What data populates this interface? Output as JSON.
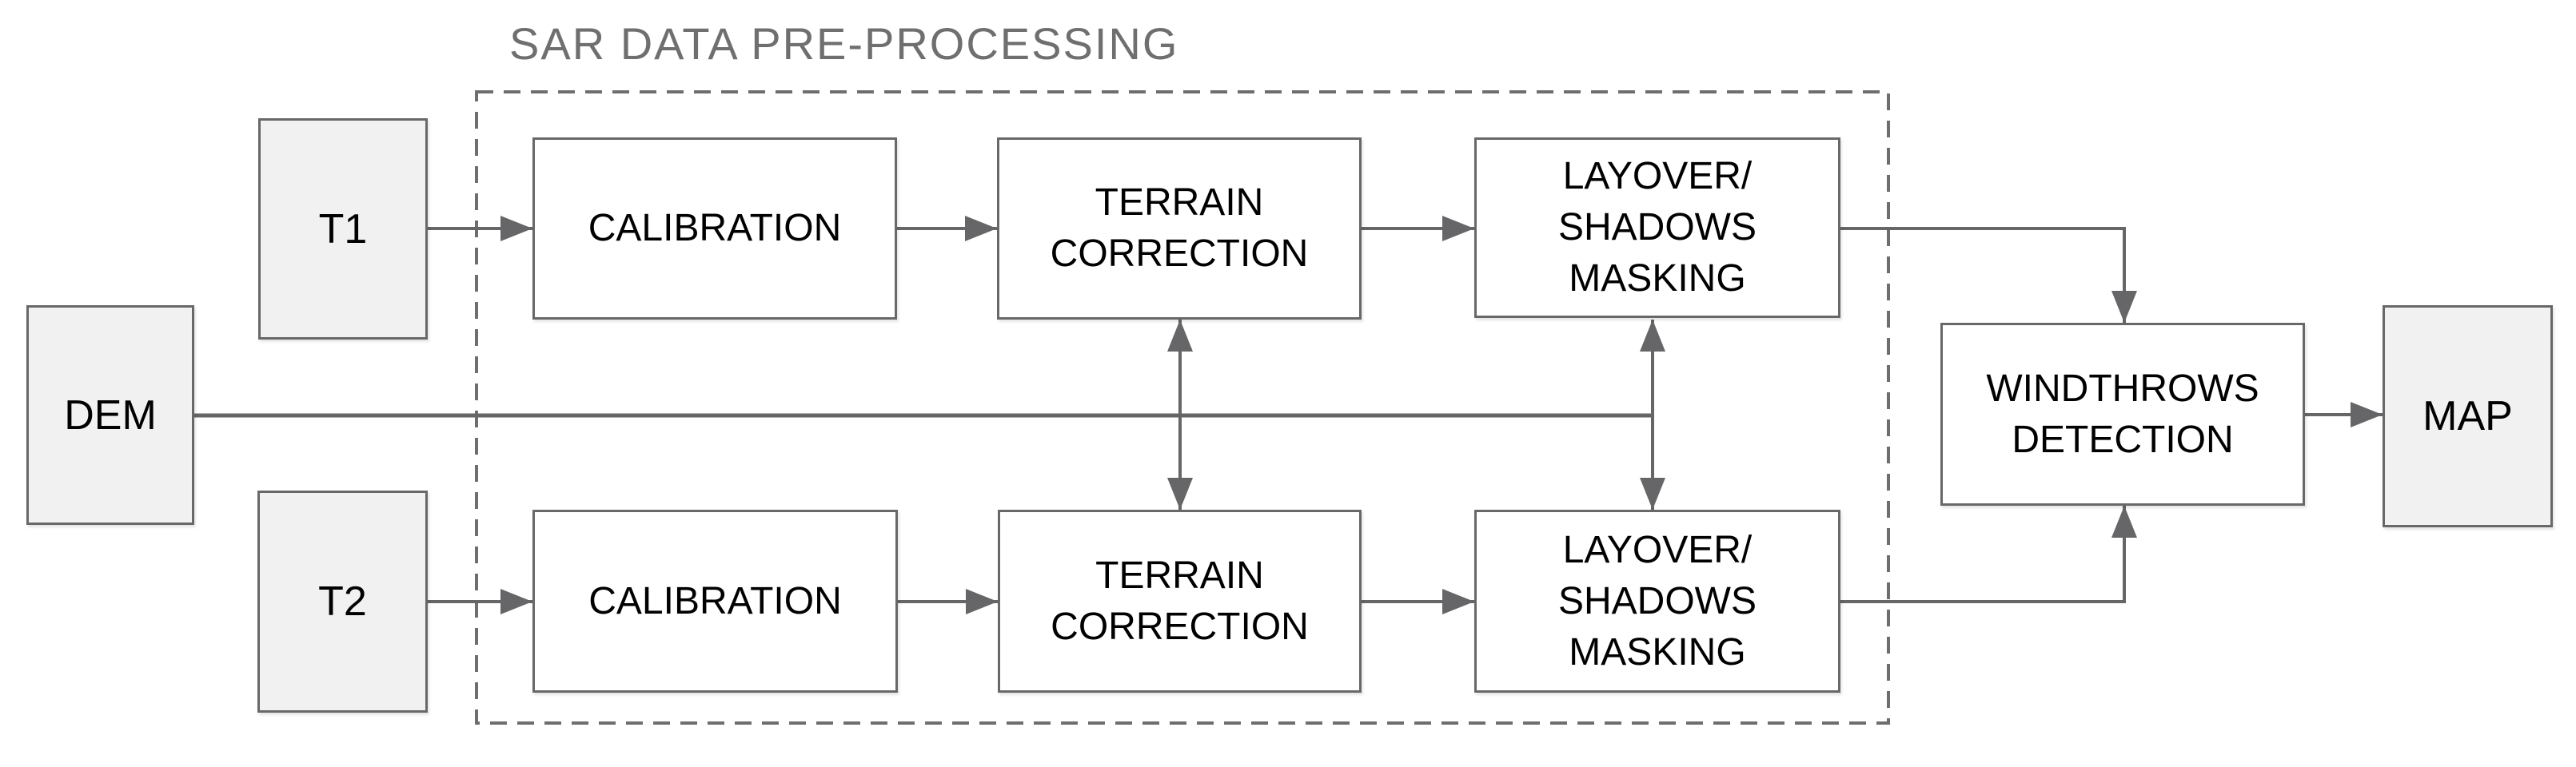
{
  "diagram": {
    "group_title": "SAR DATA PRE-PROCESSING",
    "nodes": {
      "t1": {
        "label": "T1",
        "type": "input-terminal"
      },
      "t2": {
        "label": "T2",
        "type": "input-terminal"
      },
      "dem": {
        "label": "DEM",
        "type": "input-terminal"
      },
      "map": {
        "label": "MAP",
        "type": "output-terminal"
      },
      "calibration_t1": {
        "label": "CALIBRATION",
        "type": "process"
      },
      "calibration_t2": {
        "label": "CALIBRATION",
        "type": "process"
      },
      "terrain_correction_t1": {
        "label": "TERRAIN\nCORRECTION",
        "type": "process"
      },
      "terrain_correction_t2": {
        "label": "TERRAIN\nCORRECTION",
        "type": "process"
      },
      "layover_shadows_masking_t1": {
        "label": "LAYOVER/\nSHADOWS\nMASKING",
        "type": "process"
      },
      "layover_shadows_masking_t2": {
        "label": "LAYOVER/\nSHADOWS\nMASKING",
        "type": "process"
      },
      "windthrows_detection": {
        "label": "WINDTHROWS\nDETECTION",
        "type": "process"
      }
    },
    "edges": [
      {
        "from": "T1",
        "to": "CALIBRATION (T1 row)",
        "style": "arrow"
      },
      {
        "from": "CALIBRATION (T1 row)",
        "to": "TERRAIN CORRECTION (T1 row)",
        "style": "arrow"
      },
      {
        "from": "TERRAIN CORRECTION (T1 row)",
        "to": "LAYOVER/SHADOWS MASKING (T1 row)",
        "style": "arrow"
      },
      {
        "from": "T2",
        "to": "CALIBRATION (T2 row)",
        "style": "arrow"
      },
      {
        "from": "CALIBRATION (T2 row)",
        "to": "TERRAIN CORRECTION (T2 row)",
        "style": "arrow"
      },
      {
        "from": "TERRAIN CORRECTION (T2 row)",
        "to": "LAYOVER/SHADOWS MASKING (T2 row)",
        "style": "arrow"
      },
      {
        "from": "DEM",
        "to": "TERRAIN CORRECTION (both rows)",
        "style": "double-headed vertical branch off DEM line"
      },
      {
        "from": "DEM",
        "to": "LAYOVER/SHADOWS MASKING (both rows)",
        "style": "double-headed vertical branch off DEM line"
      },
      {
        "from": "LAYOVER/SHADOWS MASKING (T1 row)",
        "to": "WINDTHROWS DETECTION",
        "style": "elbow arrow into top edge"
      },
      {
        "from": "LAYOVER/SHADOWS MASKING (T2 row)",
        "to": "WINDTHROWS DETECTION",
        "style": "elbow arrow into bottom edge"
      },
      {
        "from": "WINDTHROWS DETECTION",
        "to": "MAP",
        "style": "arrow"
      }
    ],
    "container": {
      "label_of_dashed_group": "SAR DATA PRE-PROCESSING",
      "border_style": "dashed"
    }
  },
  "colors": {
    "line": "#666668",
    "node_border": "#66686a",
    "terminal_fill": "#f1f1f2",
    "process_fill": "#ffffff",
    "title_text": "#6f6f6f",
    "label_text": "#000000",
    "background": "#ffffff"
  }
}
